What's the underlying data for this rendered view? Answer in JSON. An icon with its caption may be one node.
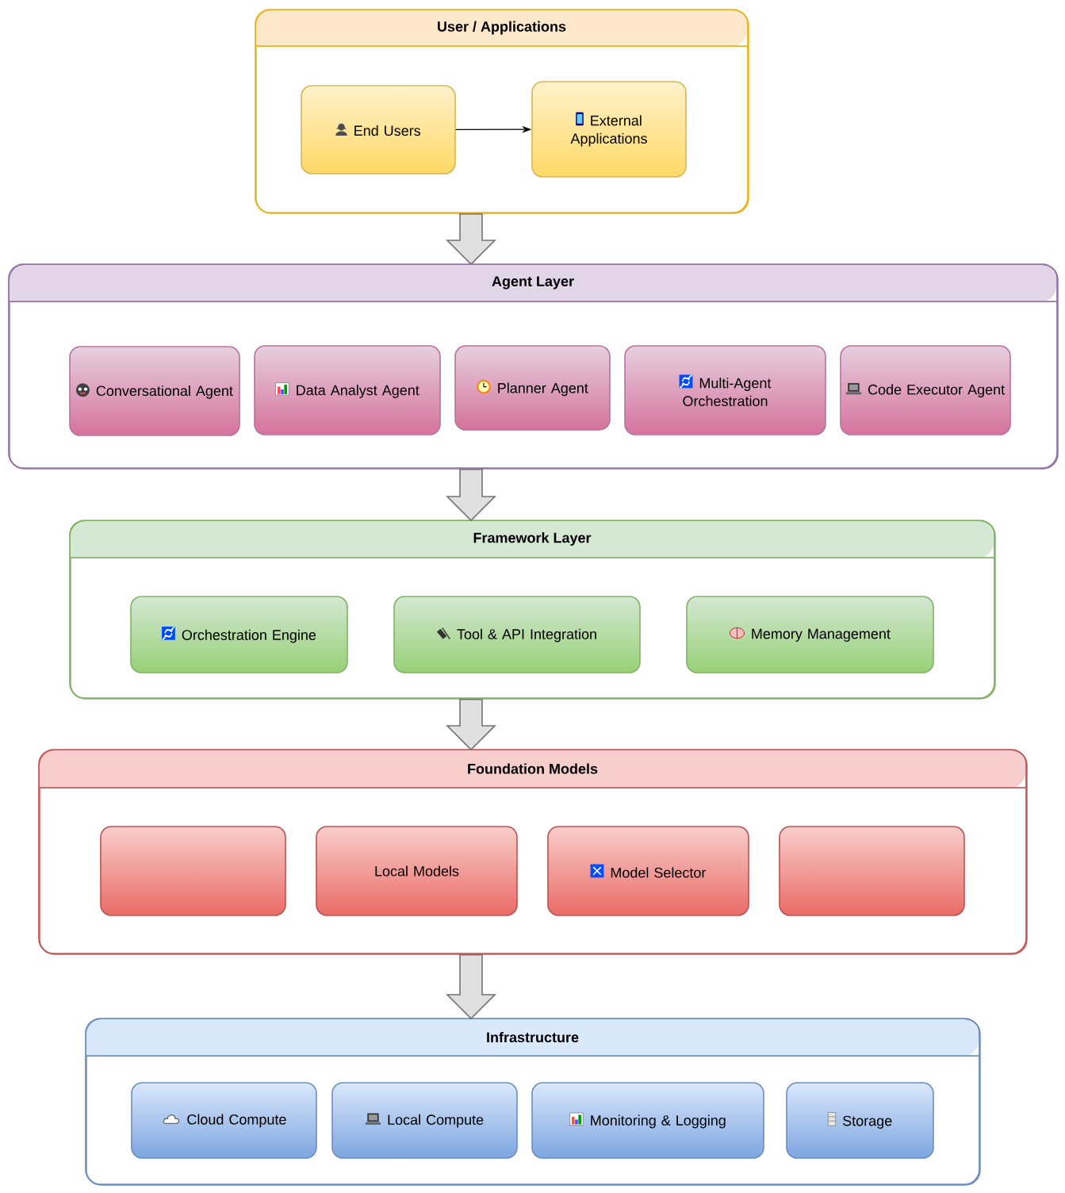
{
  "diagram": {
    "nodes": [
      {
        "text": [
          "User / Applications"
        ]
      },
      {
        "text": [
          "End Users"
        ],
        "in": 0
      },
      {
        "text": [
          "External Applications"
        ],
        "in": 0
      },
      {
        "text": [
          "Agent Layer"
        ]
      },
      {
        "text": [
          "Conversational Agent"
        ],
        "in": 3
      },
      {
        "text": [
          "Data Analyst Agent"
        ],
        "in": 3
      },
      {
        "text": [
          "Planner Agent"
        ],
        "in": 3
      },
      {
        "text": [
          "Multi-Agent Orchestration"
        ],
        "in": 3
      },
      {
        "text": [
          "Code Executor Agent"
        ],
        "in": 3
      },
      {
        "text": [
          "Framework Layer"
        ]
      },
      {
        "text": [
          "Orchestration Engine"
        ],
        "in": 9
      },
      {
        "text": [
          "Tool & API Integration"
        ],
        "in": 9
      },
      {
        "text": [
          "Memory Management"
        ],
        "in": 9
      },
      {
        "text": [
          "Foundation Models"
        ]
      },
      {
        "text": [],
        "shape": "box",
        "in": 13
      },
      {
        "text": [
          "Local Models"
        ],
        "in": 13
      },
      {
        "text": [
          "Model Selector"
        ],
        "in": 13
      },
      {
        "text": [],
        "shape": "box",
        "in": 13
      },
      {
        "text": [
          "Infrastructure"
        ]
      },
      {
        "text": [
          "Cloud Compute"
        ],
        "in": 18
      },
      {
        "text": [
          "Local Compute"
        ],
        "in": 18
      },
      {
        "text": [
          "Monitoring & Logging"
        ],
        "in": 18
      },
      {
        "text": [
          "Storage"
        ],
        "in": 18
      }
    ],
    "edges": [
      {
        "from": 1,
        "to": 2,
        "arrow": "to"
      },
      {
        "from": 0,
        "to": 3,
        "arrow": "to",
        "style": "thick"
      },
      {
        "from": 3,
        "to": 9,
        "arrow": "to",
        "style": "thick"
      },
      {
        "from": 9,
        "to": 13,
        "arrow": "to",
        "style": "thick"
      },
      {
        "from": 13,
        "to": 18,
        "arrow": "to",
        "style": "thick"
      }
    ]
  }
}
